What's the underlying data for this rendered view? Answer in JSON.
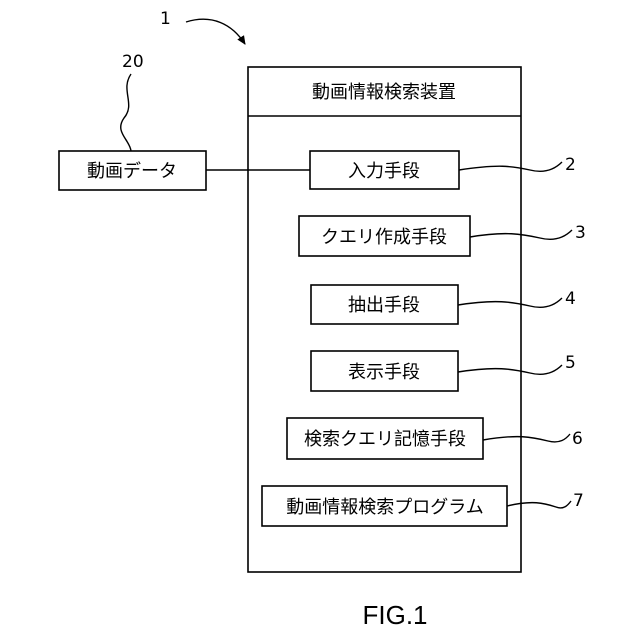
{
  "figure": {
    "caption": "FIG.1",
    "apparatus": {
      "ref": "1",
      "title": "動画情報検索装置",
      "units": [
        {
          "label": "入力手段",
          "ref": "2"
        },
        {
          "label": "クエリ作成手段",
          "ref": "3"
        },
        {
          "label": "抽出手段",
          "ref": "4"
        },
        {
          "label": "表示手段",
          "ref": "5"
        },
        {
          "label": "検索クエリ記憶手段",
          "ref": "6"
        },
        {
          "label": "動画情報検索プログラム",
          "ref": "7"
        }
      ]
    },
    "video_data": {
      "label": "動画データ",
      "ref": "20"
    }
  }
}
